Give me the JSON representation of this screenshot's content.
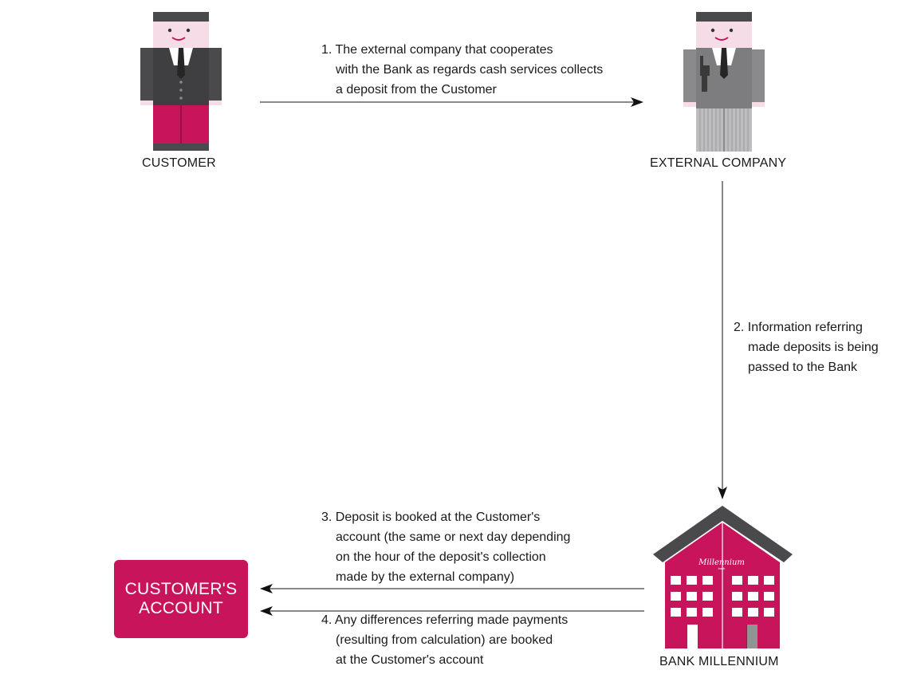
{
  "actors": {
    "customer": "CUSTOMER",
    "external_company": "EXTERNAL COMPANY",
    "bank": "BANK MILLENNIUM",
    "bank_sign": "Millennium",
    "bank_sign_small": "bank",
    "account_line1": "CUSTOMER'S",
    "account_line2": "ACCOUNT"
  },
  "steps": {
    "step1": [
      "1.  The external company that cooperates",
      "with the Bank as regards cash services collects",
      "a deposit from the Customer"
    ],
    "step2": [
      "2.  Information referring",
      "made deposits is being",
      "passed to the Bank"
    ],
    "step3": [
      "3.  Deposit is booked at the Customer's",
      "account (the same or next day depending",
      "on the hour of the deposit's collection",
      "made by the external company)"
    ],
    "step4": [
      "4.  Any differences referring made payments",
      "(resulting from calculation) are booked",
      "at the Customer's account"
    ]
  },
  "colors": {
    "brand": "#c8145a",
    "suit": "#4a4a4c",
    "skin": "#f6dce6"
  }
}
